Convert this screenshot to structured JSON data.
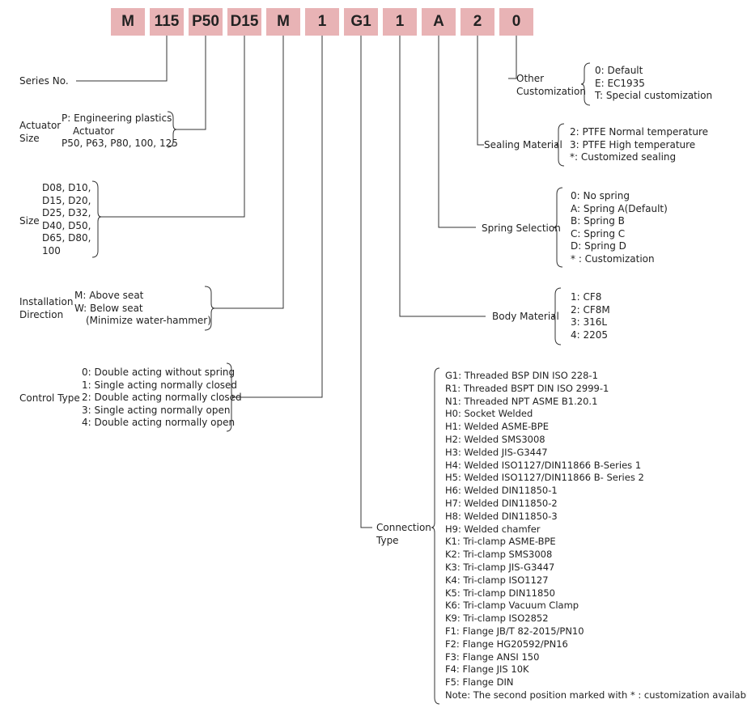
{
  "codes": [
    "M",
    "115",
    "P50",
    "D15",
    "M",
    "1",
    "G1",
    "1",
    "A",
    "2",
    "0"
  ],
  "series": {
    "label": "Series No."
  },
  "actuator": {
    "label_1": "Actuator",
    "label_2": "Size",
    "opt_1": "P: Engineering plastics",
    "opt_2": "Actuator",
    "opt_3": "P50, P63, P80, 100, 125"
  },
  "size": {
    "label": "Size",
    "lines": [
      "D08, D10,",
      "D15, D20,",
      "D25, D32,",
      "D40, D50,",
      "D65, D80,",
      "100"
    ]
  },
  "installation": {
    "label_1": "Installation",
    "label_2": "Direction",
    "options": [
      "M: Above seat",
      "W: Below seat",
      "(Minimize water-hammer)"
    ]
  },
  "control": {
    "label": "Control Type",
    "options": [
      "0: Double acting without spring",
      "1: Single acting normally closed",
      "2: Double acting normally closed",
      "3: Single acting normally open",
      "4: Double acting normally open"
    ]
  },
  "other": {
    "label_1": "Other",
    "label_2": "Customization",
    "options": [
      "0: Default",
      "E: EC1935",
      "T: Special customization"
    ]
  },
  "sealing": {
    "label": "Sealing Material",
    "options": [
      "2: PTFE Normal temperature",
      "3: PTFE High temperature",
      "*: Customized sealing"
    ]
  },
  "spring": {
    "label": "Spring Selection",
    "options": [
      "0: No spring",
      "A: Spring A(Default)",
      "B: Spring B",
      "C: Spring C",
      "D: Spring D",
      "* : Customization"
    ]
  },
  "body": {
    "label": "Body Material",
    "options": [
      "1: CF8",
      "2: CF8M",
      "3: 316L",
      "4: 2205"
    ]
  },
  "connection": {
    "label_1": "Connection",
    "label_2": "Type",
    "options": [
      "G1: Threaded BSP DIN ISO 228-1",
      "R1: Threaded BSPT DIN ISO 2999-1",
      "N1: Threaded NPT ASME B1.20.1",
      "H0: Socket Welded",
      "H1: Welded ASME-BPE",
      "H2: Welded SMS3008",
      "H3: Welded JIS-G3447",
      "H4: Welded ISO1127/DIN11866 B-Series 1",
      "H5: Welded ISO1127/DIN11866 B- Series 2",
      "H6: Welded DIN11850-1",
      "H7: Welded DIN11850-2",
      "H8: Welded DIN11850-3",
      "H9: Welded chamfer",
      "K1: Tri-clamp ASME-BPE",
      "K2: Tri-clamp SMS3008",
      "K3: Tri-clamp JIS-G3447",
      "K4: Tri-clamp ISO1127",
      "K5: Tri-clamp DIN11850",
      "K6: Tri-clamp Vacuum Clamp",
      "K9: Tri-clamp ISO2852",
      "F1: Flange JB/T 82-2015/PN10",
      "F2: Flange HG20592/PN16",
      "F3: Flange ANSI 150",
      "F4: Flange JIS 10K",
      "F5: Flange DIN",
      "Note: The second position marked with * : customization available"
    ]
  }
}
